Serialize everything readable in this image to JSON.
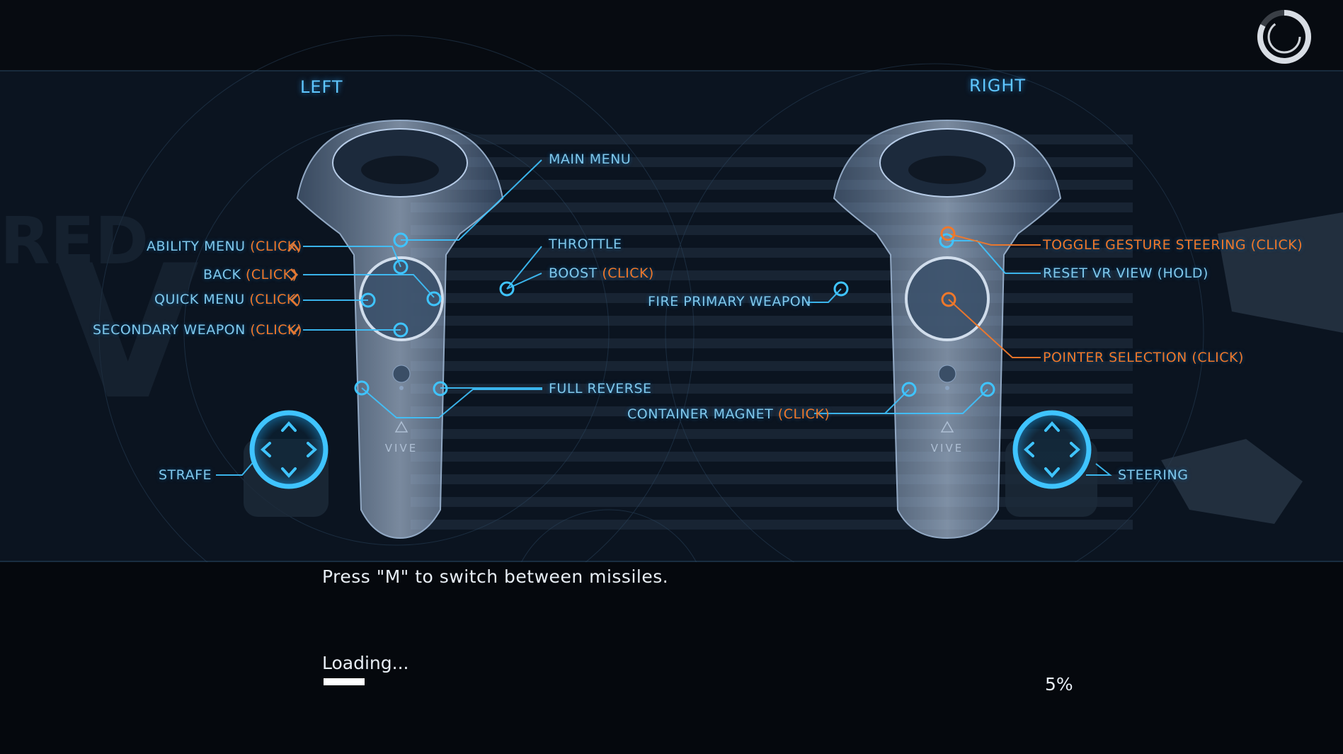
{
  "headers": {
    "left": "LEFT",
    "right": "RIGHT"
  },
  "left_labels": {
    "ability_menu": "ABILITY MENU ",
    "ability_click": "(CLICK)",
    "back": "BACK ",
    "back_click": "(CLICK)",
    "quick_menu": "QUICK MENU ",
    "quick_click": "(CLICK)",
    "secondary_weapon": "SECONDARY WEAPON ",
    "secondary_click": "(CLICK)",
    "strafe": "STRAFE"
  },
  "center_labels": {
    "main_menu": "MAIN MENU",
    "throttle": "THROTTLE",
    "boost": "BOOST ",
    "boost_click": "(CLICK)",
    "full_reverse": "FULL REVERSE",
    "fire_primary": "FIRE PRIMARY WEAPON",
    "container_magnet": "CONTAINER MAGNET ",
    "container_click": "(CLICK)"
  },
  "right_labels": {
    "toggle_gesture": "TOGGLE GESTURE STEERING (CLICK)",
    "reset_vr": "RESET VR VIEW (HOLD)",
    "pointer_selection": "POINTER SELECTION (CLICK)",
    "steering": "STEERING"
  },
  "controller_brand": "VIVE",
  "tip": "Press \"M\" to switch between missiles.",
  "loading": {
    "label": "Loading...",
    "percent_text": "5%",
    "progress": 0.05
  },
  "colors": {
    "accent_blue": "#3fc4ff",
    "label_blue": "#7fc8ec",
    "highlight_orange": "#f0782a"
  }
}
